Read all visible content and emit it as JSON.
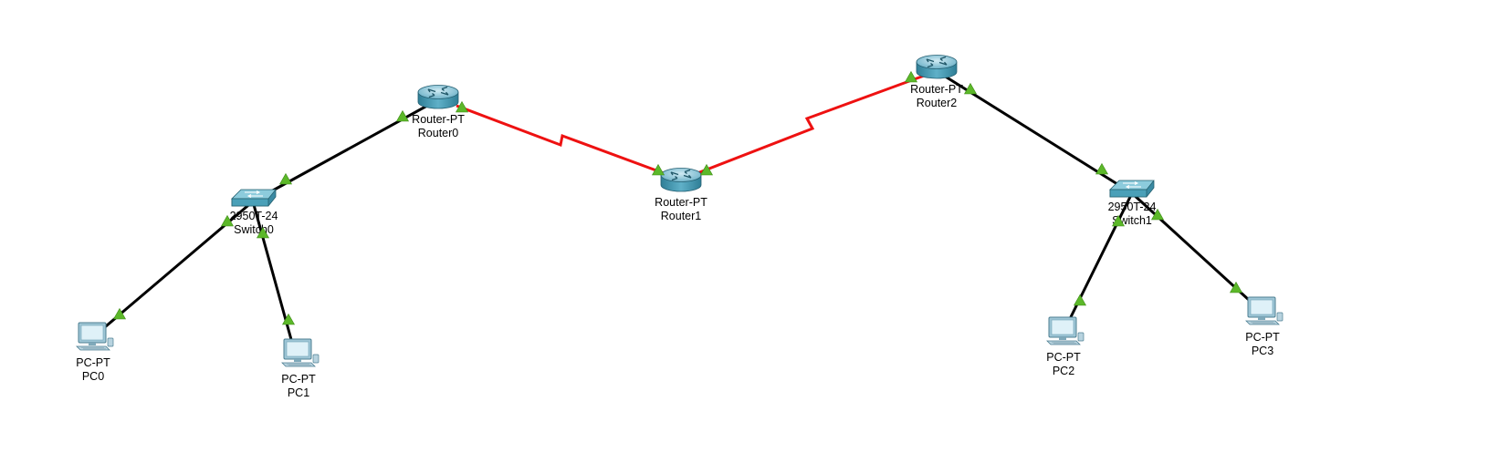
{
  "colors": {
    "background": "#ffffff",
    "ethernet_link": "#000000",
    "serial_link": "#ee1111",
    "port_up": "#5cb829",
    "device_body": "#3f8fa8"
  },
  "devices": {
    "router0": {
      "model": "Router-PT",
      "name": "Router0",
      "icon": "router-icon"
    },
    "router1": {
      "model": "Router-PT",
      "name": "Router1",
      "icon": "router-icon"
    },
    "router2": {
      "model": "Router-PT",
      "name": "Router2",
      "icon": "router-icon"
    },
    "switch0": {
      "model": "2950T-24",
      "name": "Switch0",
      "icon": "switch-icon"
    },
    "switch1": {
      "model": "2950T-24",
      "name": "Switch1",
      "icon": "switch-icon"
    },
    "pc0": {
      "model": "PC-PT",
      "name": "PC0",
      "icon": "pc-icon"
    },
    "pc1": {
      "model": "PC-PT",
      "name": "PC1",
      "icon": "pc-icon"
    },
    "pc2": {
      "model": "PC-PT",
      "name": "PC2",
      "icon": "pc-icon"
    },
    "pc3": {
      "model": "PC-PT",
      "name": "PC3",
      "icon": "pc-icon"
    }
  },
  "links": [
    {
      "from": "Router0",
      "to": "Switch0",
      "type": "ethernet",
      "status": "up"
    },
    {
      "from": "Switch0",
      "to": "PC0",
      "type": "ethernet",
      "status": "up"
    },
    {
      "from": "Switch0",
      "to": "PC1",
      "type": "ethernet",
      "status": "up"
    },
    {
      "from": "Router0",
      "to": "Router1",
      "type": "serial",
      "status": "up"
    },
    {
      "from": "Router1",
      "to": "Router2",
      "type": "serial",
      "status": "up"
    },
    {
      "from": "Router2",
      "to": "Switch1",
      "type": "ethernet",
      "status": "up"
    },
    {
      "from": "Switch1",
      "to": "PC2",
      "type": "ethernet",
      "status": "up"
    },
    {
      "from": "Switch1",
      "to": "PC3",
      "type": "ethernet",
      "status": "up"
    }
  ]
}
